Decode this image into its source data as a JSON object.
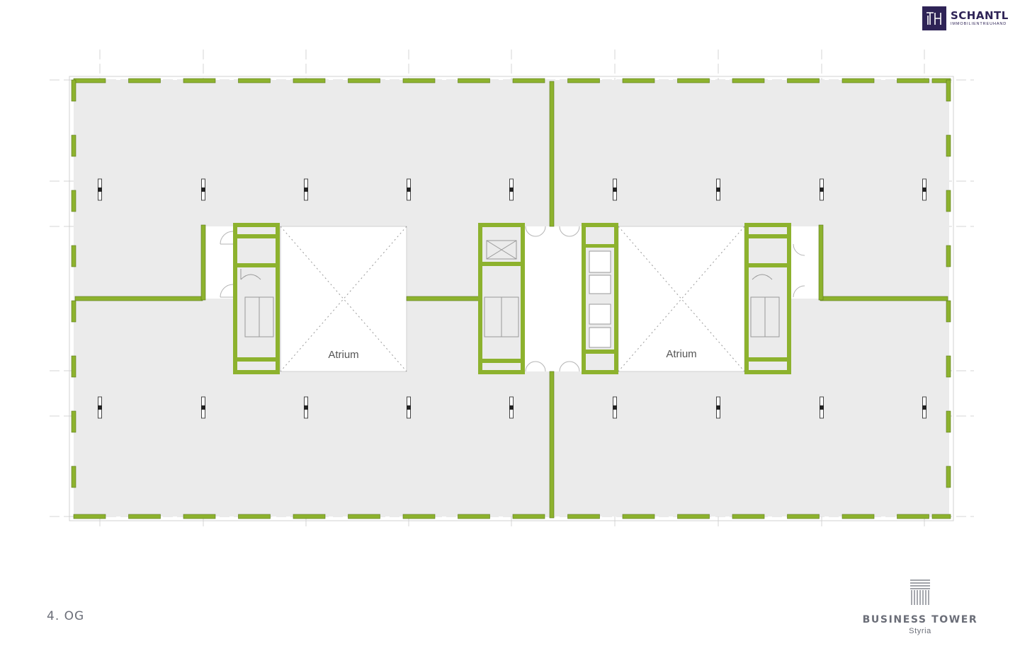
{
  "company": {
    "name": "SCHANTL",
    "subtitle": "IMMOBILIENTREUHAND"
  },
  "floor_label": "4. OG",
  "plan": {
    "atrium_left_label": "Atrium",
    "atrium_right_label": "Atrium"
  },
  "brand": {
    "name": "BUSINESS TOWER",
    "subtitle": "Styria"
  },
  "colors": {
    "wall": "#8db22e",
    "floor": "#ebebeb",
    "logo": "#2e2356",
    "label": "#6b6e78"
  }
}
